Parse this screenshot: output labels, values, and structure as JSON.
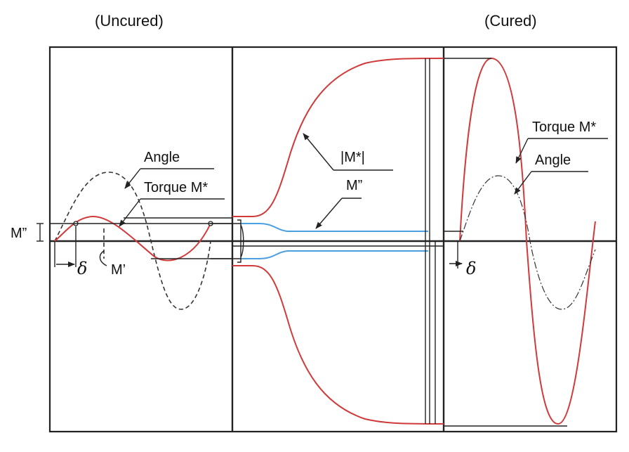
{
  "headers": {
    "uncured": "(Uncured)",
    "cured": "(Cured)"
  },
  "labels": {
    "angle_left": "Angle",
    "torque_left": "Torque M*",
    "m_double_prime_left": "M”",
    "m_prime": "M’",
    "delta_left": "δ",
    "modulus_abs": "|M*|",
    "m_double_prime_mid": "M”",
    "torque_right": "Torque M*",
    "angle_right": "Angle",
    "delta_right": "δ"
  },
  "colors": {
    "torque": "#d03a3a",
    "m_double_prime_curve": "#4a9fe0",
    "ink": "#222222"
  }
}
